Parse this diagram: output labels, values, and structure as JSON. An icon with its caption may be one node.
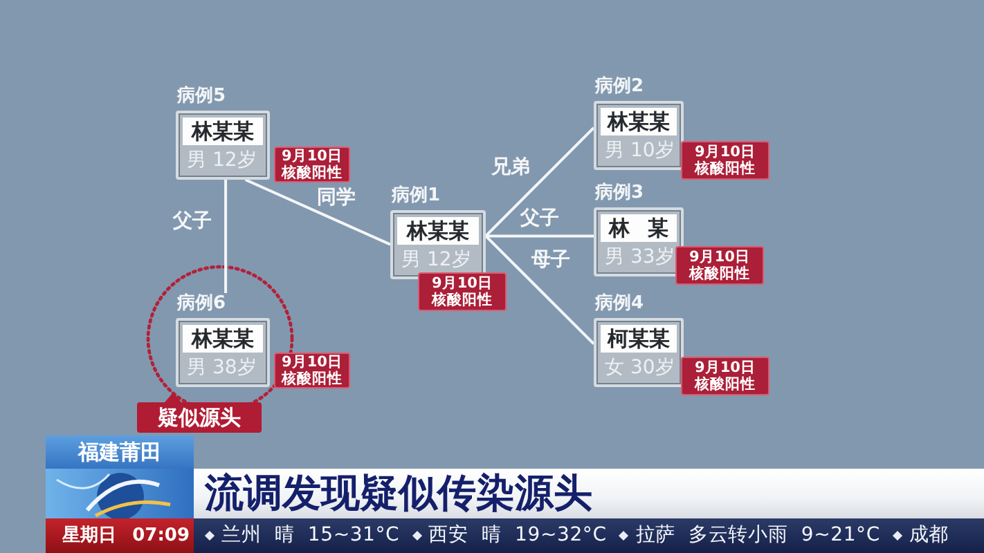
{
  "diagram": {
    "title": "流调发现疑似传染源头",
    "nodes": [
      {
        "text": [
          "病例5",
          "林某某",
          "男 12岁"
        ],
        "beside": [
          "9月10日核酸阳性"
        ]
      },
      {
        "text": [
          "病例6",
          "林某某",
          "男 38岁"
        ],
        "beside": [
          "9月10日核酸阳性",
          "疑似源头"
        ]
      },
      {
        "text": [
          "病例1",
          "林某某",
          "男 12岁"
        ],
        "beside": [
          "9月10日核酸阳性"
        ]
      },
      {
        "text": [
          "病例2",
          "林某某",
          "男 10岁"
        ],
        "beside": [
          "9月10日核酸阳性"
        ]
      },
      {
        "text": [
          "病例3",
          "林 某",
          "男 33岁"
        ],
        "beside": [
          "9月10日核酸阳性"
        ]
      },
      {
        "text": [
          "病例4",
          "柯某某",
          "女 30岁"
        ],
        "beside": [
          "9月10日核酸阳性"
        ]
      }
    ],
    "edges": [
      {
        "from": 0,
        "to": 1,
        "arrow": "none",
        "label": "父子"
      },
      {
        "from": 0,
        "to": 2,
        "arrow": "none",
        "label": "同学"
      },
      {
        "from": 2,
        "to": 3,
        "arrow": "none",
        "label": "兄弟"
      },
      {
        "from": 2,
        "to": 4,
        "arrow": "none",
        "label": "父子"
      },
      {
        "from": 2,
        "to": 5,
        "arrow": "none",
        "label": "母子"
      }
    ],
    "labels": [
      "福建莆田",
      "星期日",
      "07:09",
      "兰州 晴 15~31°C",
      "西安 晴 19~32°C",
      "拉萨 多云转小雨 9~21°C",
      "成都"
    ]
  }
}
